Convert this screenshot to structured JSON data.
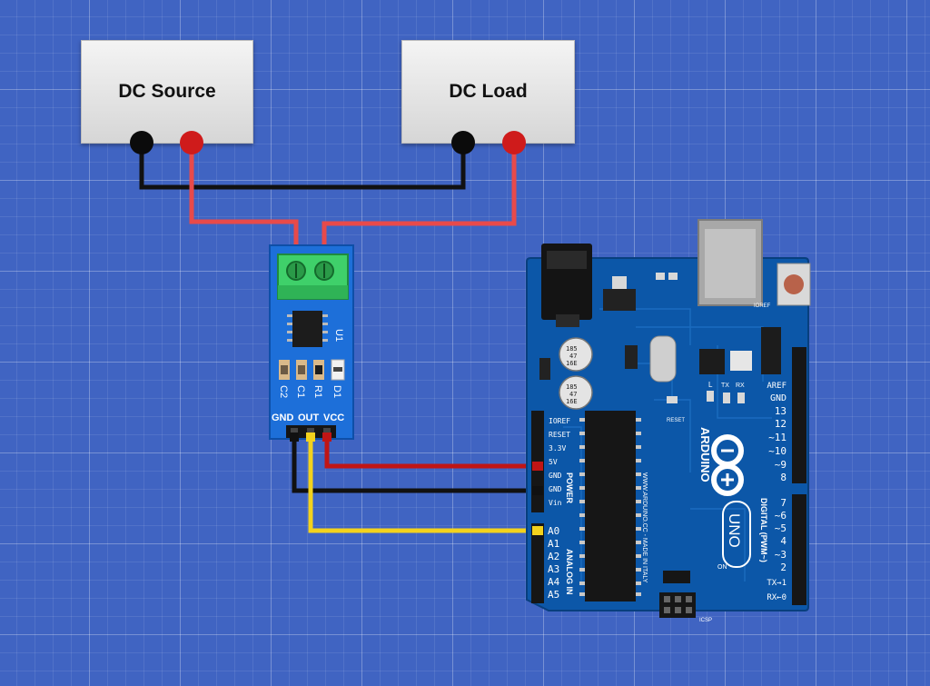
{
  "source": {
    "label": "DC Source"
  },
  "load": {
    "label": "DC Load"
  },
  "sensor": {
    "chip_label": "U1",
    "component_labels": [
      "C2",
      "C1",
      "R1",
      "D1"
    ],
    "pins": [
      "GND",
      "OUT",
      "VCC"
    ]
  },
  "arduino": {
    "power_pins": [
      "IOREF",
      "RESET",
      "3.3V",
      "5V",
      "GND",
      "GND",
      "Vin"
    ],
    "analog_pins": [
      "A0",
      "A1",
      "A2",
      "A3",
      "A4",
      "A5"
    ],
    "digital_pins": [
      "AREF",
      "GND",
      "13",
      "12",
      "~11",
      "~10",
      "~9",
      "8",
      "7",
      "~6",
      "~5",
      "4",
      "~3",
      "2",
      "TX→1",
      "RX←0"
    ],
    "power_label": "POWER",
    "analog_label": "ANALOG IN",
    "digital_label": "DIGITAL (PWM~)",
    "brand": "ARDUINO",
    "model": "UNO",
    "url_text": "WWW.ARDUINO.CC - MADE IN ITALY",
    "cap_text": [
      "185",
      "47",
      "16E"
    ],
    "small_labels": [
      "ICSP",
      "RESET",
      "L",
      "TX",
      "RX",
      "ON",
      "IOREF"
    ]
  },
  "colors": {
    "background": "#4064c2",
    "wire_red": "#e84a4a",
    "wire_dark_red": "#c01515",
    "wire_black": "#111111",
    "wire_yellow": "#f3d21d",
    "board_blue": "#0c57a8",
    "sensor_blue": "#1d6fd9",
    "terminal_green": "#3fd06a"
  }
}
